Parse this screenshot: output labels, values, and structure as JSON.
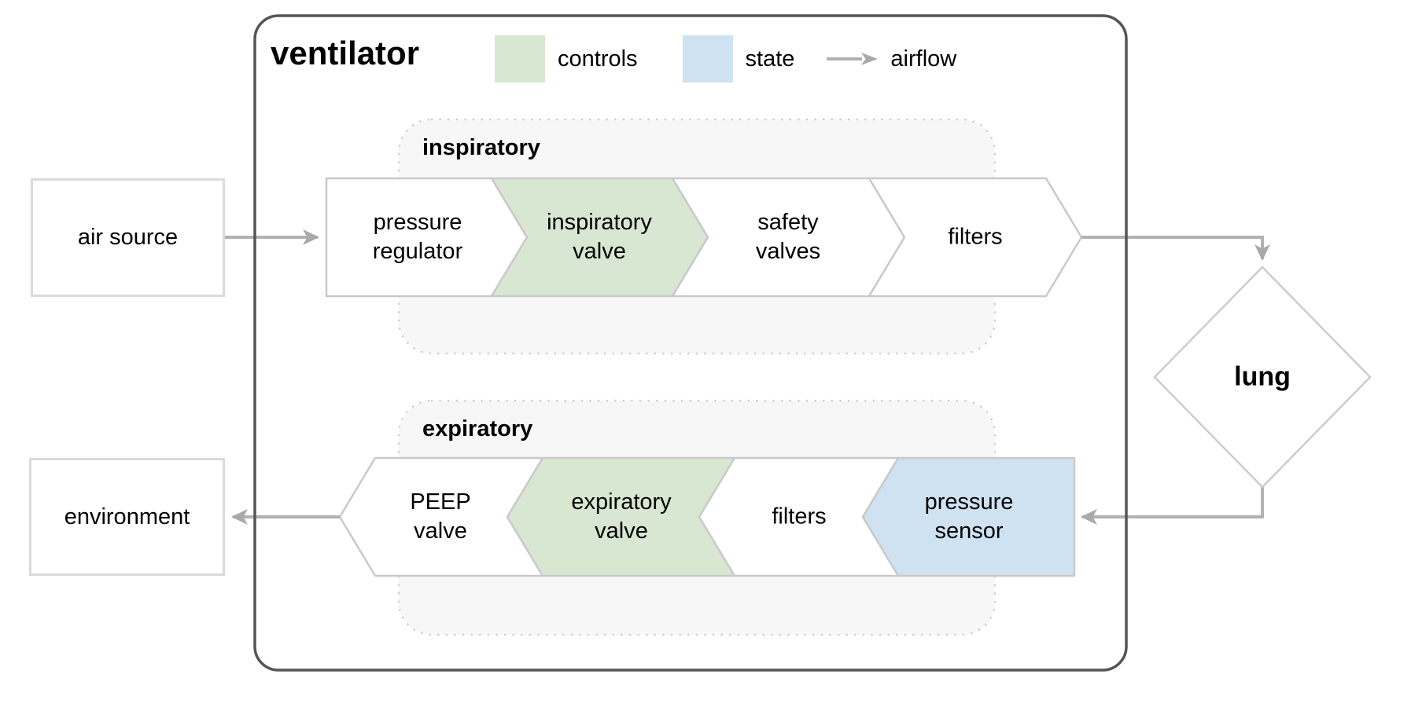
{
  "title": "ventilator",
  "legend": {
    "controls_label": "controls",
    "state_label": "state",
    "airflow_label": "airflow"
  },
  "colors": {
    "controls": "#d8e7d1",
    "state": "#cfe2f1",
    "plain": "#ffffff",
    "airflow_line": "#b1b1b1",
    "ventilator_border": "#555555",
    "node_border": "#cccccc"
  },
  "external": {
    "air_source": "air source",
    "environment": "environment",
    "lung": "lung"
  },
  "pipelines": {
    "inspiratory": {
      "label": "inspiratory",
      "direction": "right",
      "stages": [
        {
          "label": "pressure\nregulator",
          "type": "plain"
        },
        {
          "label": "inspiratory\nvalve",
          "type": "controls"
        },
        {
          "label": "safety\nvalves",
          "type": "plain"
        },
        {
          "label": "filters",
          "type": "plain"
        }
      ]
    },
    "expiratory": {
      "label": "expiratory",
      "direction": "left",
      "stages": [
        {
          "label": "PEEP\nvalve",
          "type": "plain"
        },
        {
          "label": "expiratory\nvalve",
          "type": "controls"
        },
        {
          "label": "filters",
          "type": "plain"
        },
        {
          "label": "pressure\nsensor",
          "type": "state"
        }
      ]
    }
  }
}
